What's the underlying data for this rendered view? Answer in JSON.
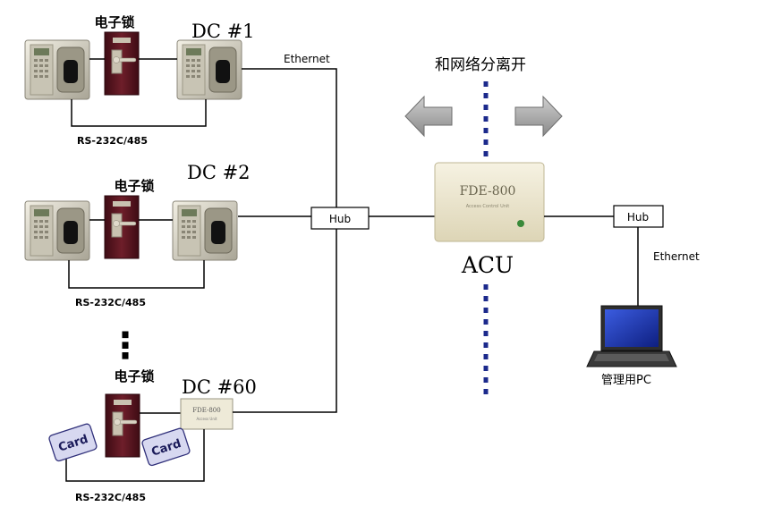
{
  "groups": [
    {
      "lock_label": "电子锁",
      "dc_label": "DC  #1",
      "bus_label": "RS-232C/485"
    },
    {
      "lock_label": "电子锁",
      "dc_label": "DC   #2",
      "bus_label": "RS-232C/485"
    },
    {
      "lock_label": "电子锁",
      "dc_label": "DC   #60",
      "bus_label": "RS-232C/485"
    }
  ],
  "ellipsis": "⋮",
  "network": {
    "ethernet_left": "Ethernet",
    "ethernet_right": "Ethernet",
    "hub_left": "Hub",
    "hub_right": "Hub"
  },
  "separation_label": "和网络分离开",
  "acu": {
    "device_name": "FDE-800",
    "device_sub": "Access Control Unit",
    "label": "ACU"
  },
  "dc60_device": {
    "name": "FDE-800",
    "sub": "Access Unit"
  },
  "pc_label": "管理用PC",
  "card_labels": [
    "Card",
    "Card"
  ],
  "colors": {
    "line": "#000000",
    "separator": "#1c2a8c",
    "arrow_fill": "#a9a9a9",
    "lock_body": "#5a1520",
    "reader_body": "#d8d4c4",
    "card_fill": "#d7d8f0",
    "card_stroke": "#30307a",
    "acu_fill": "#ece6cf",
    "screen": "#1a36b8"
  }
}
